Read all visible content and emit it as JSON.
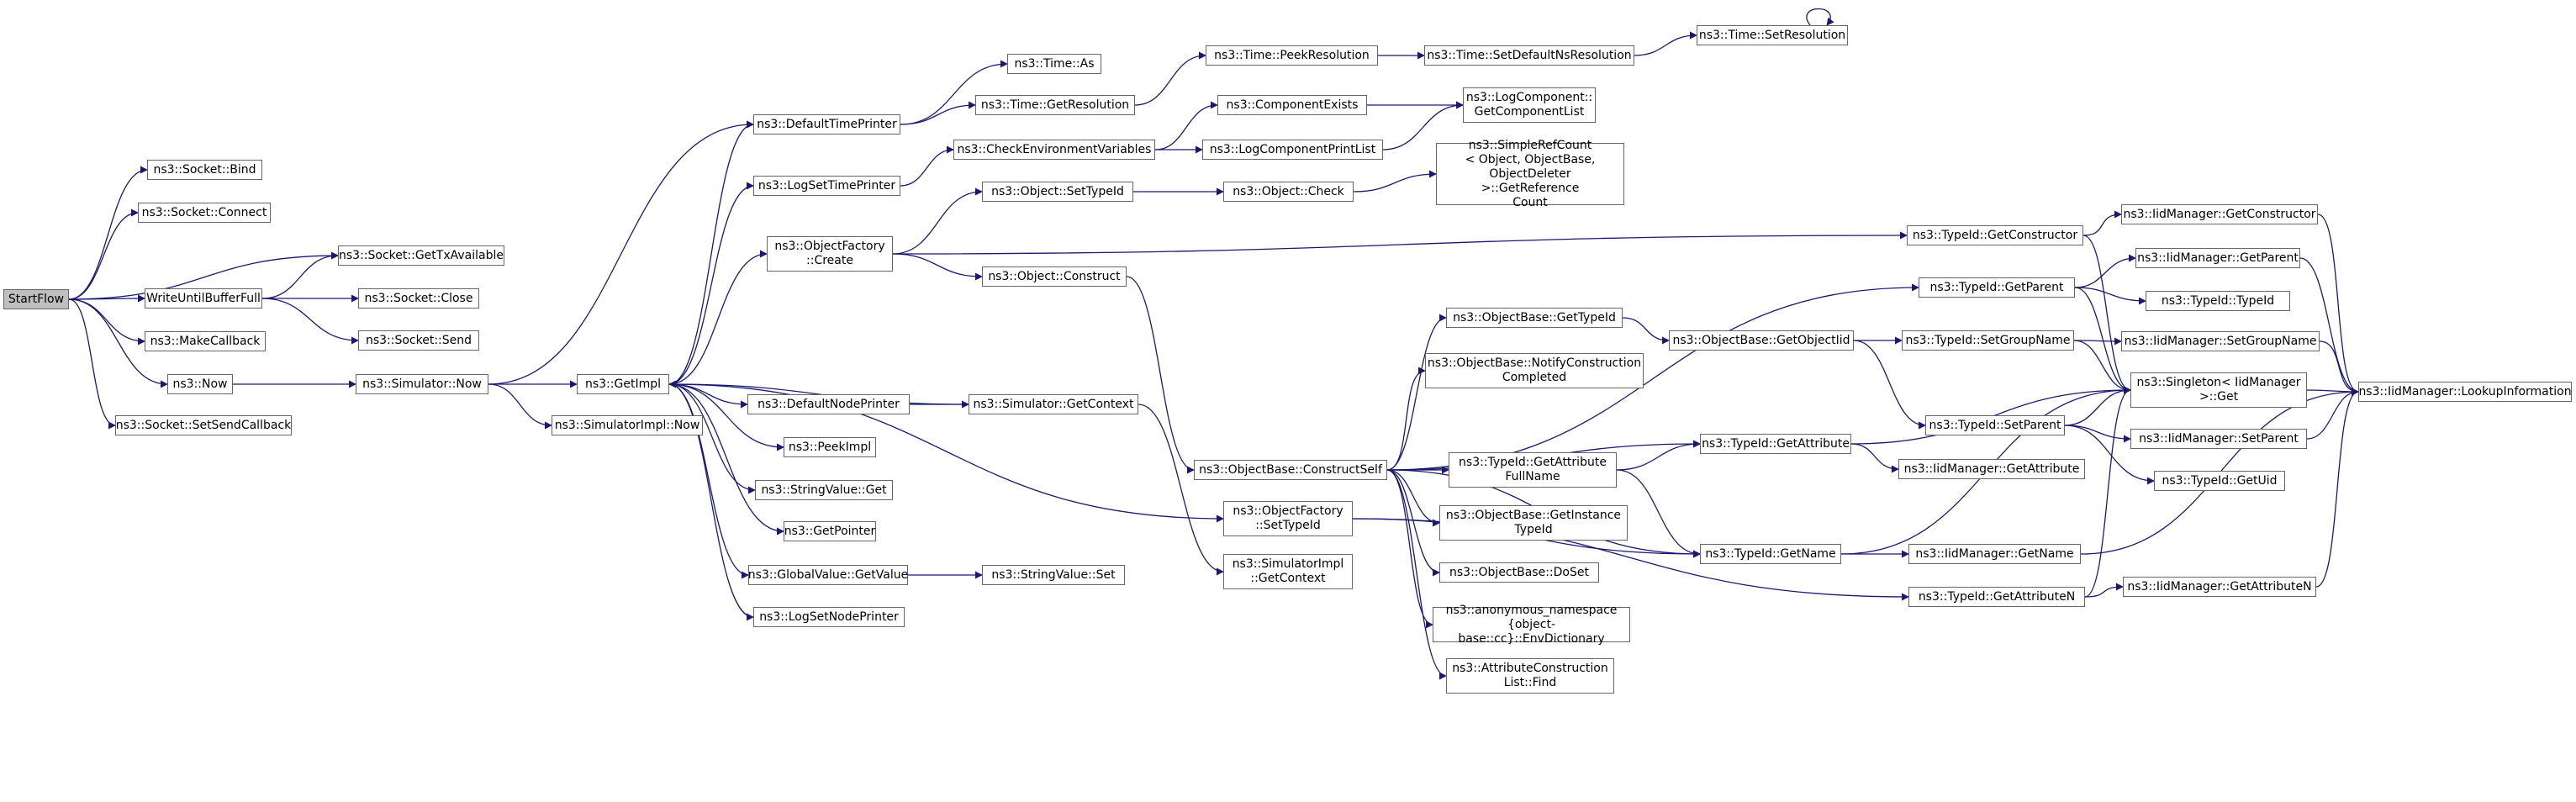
{
  "colors": {
    "edge": "#191970",
    "node_border": "#666666",
    "root_fill": "#bfbfbf",
    "node_fill": "#ffffff"
  },
  "nodes": {
    "n0": {
      "label": "StartFlow"
    },
    "n1": {
      "label": "ns3::Socket::Bind"
    },
    "n2": {
      "label": "ns3::Socket::Connect"
    },
    "n3": {
      "label": "ns3::Socket::GetTxAvailable"
    },
    "n4": {
      "label": "WriteUntilBufferFull"
    },
    "n5": {
      "label": "ns3::Socket::Close"
    },
    "n6": {
      "label": "ns3::Socket::Send"
    },
    "n7": {
      "label": "ns3::MakeCallback"
    },
    "n8": {
      "label": "ns3::Now"
    },
    "n9": {
      "label": "ns3::Socket::SetSendCallback"
    },
    "n10": {
      "label": "ns3::Simulator::Now"
    },
    "n11": {
      "label": "ns3::GetImpl"
    },
    "n12": {
      "label": "ns3::SimulatorImpl::Now"
    },
    "n13": {
      "label": "ns3::DefaultTimePrinter"
    },
    "n14": {
      "label": "ns3::LogSetTimePrinter"
    },
    "n15": {
      "label": "ns3::ObjectFactory\n::Create"
    },
    "n16": {
      "label": "ns3::DefaultNodePrinter"
    },
    "n17": {
      "label": "ns3::PeekImpl"
    },
    "n18": {
      "label": "ns3::StringValue::Get"
    },
    "n19": {
      "label": "ns3::GetPointer"
    },
    "n20": {
      "label": "ns3::GlobalValue::GetValue"
    },
    "n21": {
      "label": "ns3::LogSetNodePrinter"
    },
    "n22": {
      "label": "ns3::Time::As"
    },
    "n23": {
      "label": "ns3::Time::GetResolution"
    },
    "n24": {
      "label": "ns3::CheckEnvironmentVariables"
    },
    "n25": {
      "label": "ns3::Object::SetTypeId"
    },
    "n26": {
      "label": "ns3::Object::Construct"
    },
    "n27": {
      "label": "ns3::Simulator::GetContext"
    },
    "n28": {
      "label": "ns3::StringValue::Set"
    },
    "n29": {
      "label": "ns3::ObjectFactory\n::SetTypeId"
    },
    "n30": {
      "label": "ns3::SimulatorImpl\n::GetContext"
    },
    "n31": {
      "label": "ns3::ObjectBase::ConstructSelf"
    },
    "n32": {
      "label": "ns3::Time::PeekResolution"
    },
    "n33": {
      "label": "ns3::ComponentExists"
    },
    "n34": {
      "label": "ns3::LogComponentPrintList"
    },
    "n35": {
      "label": "ns3::Object::Check"
    },
    "n36": {
      "label": "ns3::Time::SetDefaultNsResolution"
    },
    "n37": {
      "label": "ns3::Time::SetResolution"
    },
    "n38": {
      "label": "ns3::LogComponent::\nGetComponentList"
    },
    "n39": {
      "label": "ns3::SimpleRefCount\n< Object, ObjectBase,\n ObjectDeleter >::GetReference\nCount"
    },
    "n40": {
      "label": "ns3::ObjectBase::GetTypeId"
    },
    "n41": {
      "label": "ns3::ObjectBase::NotifyConstruction\nCompleted"
    },
    "n42": {
      "label": "ns3::TypeId::GetAttribute\nFullName"
    },
    "n43": {
      "label": "ns3::ObjectBase::GetInstance\nTypeId"
    },
    "n44": {
      "label": "ns3::ObjectBase::DoSet"
    },
    "n45": {
      "label": "ns3::anonymous_namespace\n{object-base::cc}::EnvDictionary"
    },
    "n46": {
      "label": "ns3::AttributeConstruction\nList::Find"
    },
    "n47": {
      "label": "ns3::ObjectBase::GetObjectIid"
    },
    "n48": {
      "label": "ns3::TypeId::GetAttribute"
    },
    "n49": {
      "label": "ns3::TypeId::GetName"
    },
    "n50": {
      "label": "ns3::TypeId::GetConstructor"
    },
    "n51": {
      "label": "ns3::TypeId::GetParent"
    },
    "n52": {
      "label": "ns3::TypeId::SetGroupName"
    },
    "n53": {
      "label": "ns3::TypeId::SetParent"
    },
    "n54": {
      "label": "ns3::IidManager::GetAttribute"
    },
    "n55": {
      "label": "ns3::IidManager::GetName"
    },
    "n56": {
      "label": "ns3::TypeId::GetAttributeN"
    },
    "n57": {
      "label": "ns3::IidManager::GetConstructor"
    },
    "n58": {
      "label": "ns3::IidManager::GetParent"
    },
    "n59": {
      "label": "ns3::TypeId::TypeId"
    },
    "n60": {
      "label": "ns3::IidManager::SetGroupName"
    },
    "n61": {
      "label": "ns3::Singleton< IidManager\n >::Get"
    },
    "n62": {
      "label": "ns3::IidManager::SetParent"
    },
    "n63": {
      "label": "ns3::TypeId::GetUid"
    },
    "n64": {
      "label": "ns3::IidManager::GetAttributeN"
    },
    "n65": {
      "label": "ns3::IidManager::LookupInformation"
    }
  }
}
